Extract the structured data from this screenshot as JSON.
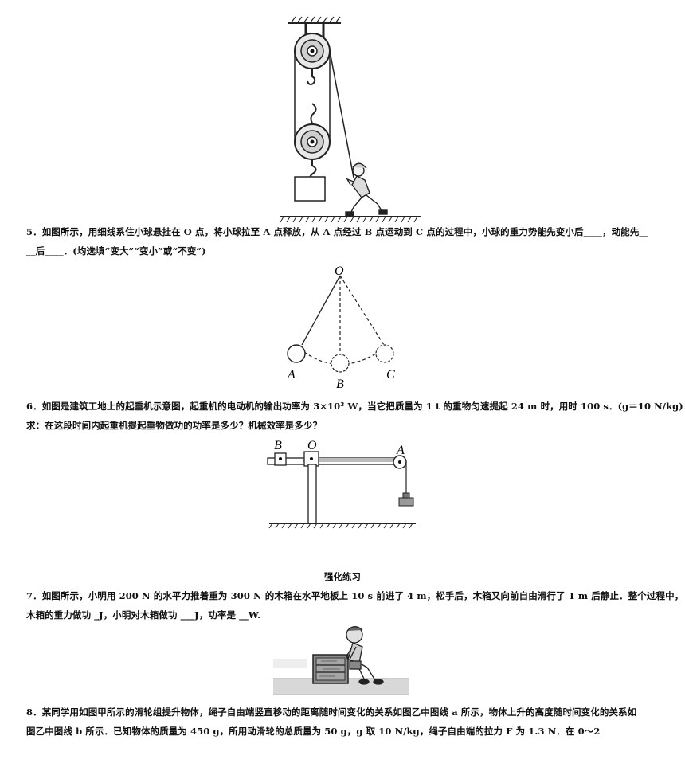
{
  "q5": {
    "line1": "5．如图所示，用细线系住小球悬挂在 O 点，将小球拉至 A 点释放，从 A 点经过 B 点运动到 C 点的过程中，小球的重力势能先变小后____，动能先__",
    "line2": "__后____．(均选填“变大”“变小”或“不变”)"
  },
  "pendulum_labels": {
    "o": "O",
    "a": "A",
    "b": "B",
    "c": "C"
  },
  "q6": {
    "line1": "6．如图是建筑工地上的起重机示意图，起重机的电动机的输出功率为 3×10³ W，当它把质量为 1 t 的重物匀速提起 24 m 时，用时 100 s．(g＝10 N/kg)",
    "line2": "求：在这段时间内起重机提起重物做功的功率是多少？机械效率是多少？"
  },
  "crane_labels": {
    "b": "B",
    "o": "O",
    "a": "A"
  },
  "section_title": "强化练习",
  "q7": {
    "line1": "7．如图所示，小明用 200 N 的水平力推着重为 300 N 的木箱在水平地板上 10 s 前进了 4 m，松手后，木箱又向前自由滑行了 1 m 后静止．整个过程中，",
    "line2": "木箱的重力做功 _J，小明对木箱做功 ___J，功率是 __W."
  },
  "q8": {
    "line1": "8．某同学用如图甲所示的滑轮组提升物体，绳子自由端竖直移动的距离随时间变化的关系如图乙中图线 a 所示，物体上升的高度随时间变化的关系如",
    "line2": "图乙中图线 b 所示．已知物体的质量为 450 g，所用动滑轮的总质量为 50 g，g 取 10 N/kg，绳子自由端的拉力 F 为 1.3 N．在 0～2"
  }
}
